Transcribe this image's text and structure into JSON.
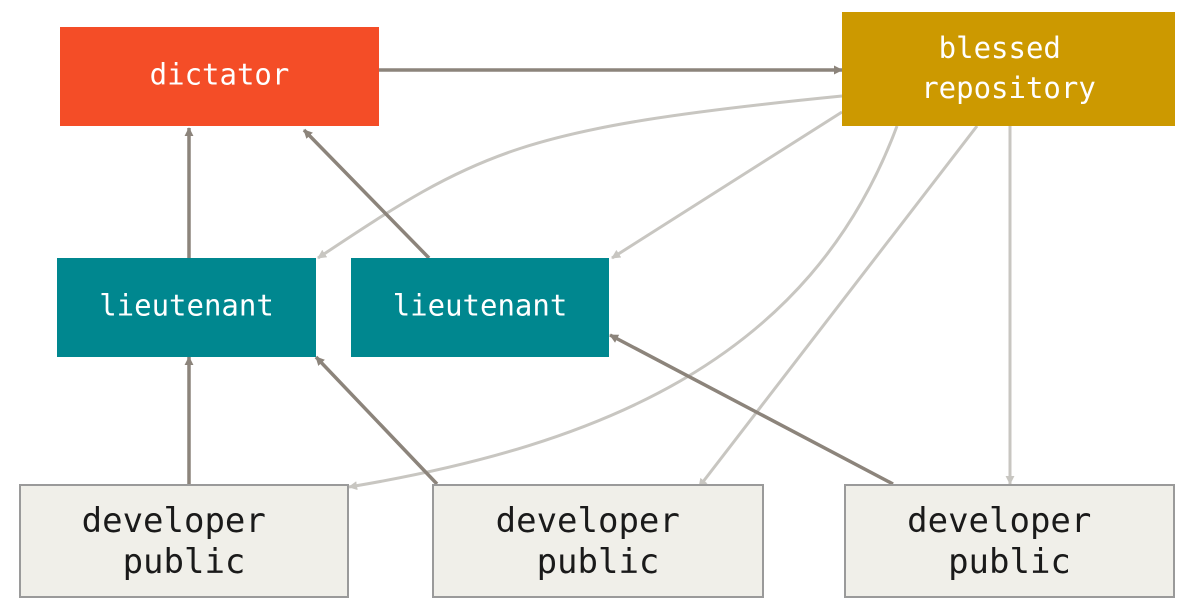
{
  "nodes": {
    "dictator": {
      "label": "dictator"
    },
    "blessed": {
      "lines": [
        "blessed",
        "repository"
      ]
    },
    "lieutenant_1": {
      "label": "lieutenant"
    },
    "lieutenant_2": {
      "label": "lieutenant"
    },
    "developer_1": {
      "lines": [
        "developer",
        "public"
      ]
    },
    "developer_2": {
      "lines": [
        "developer",
        "public"
      ]
    },
    "developer_3": {
      "lines": [
        "developer",
        "public"
      ]
    }
  },
  "colors": {
    "dictator": "#f44d27",
    "blessed": "#cc9900",
    "lieutenant": "#00878f",
    "developer_fill": "#f0efe9",
    "developer_stroke": "#9a9a9a",
    "push_arrow": "#8c847b",
    "pull_arrow": "#c8c6c1"
  }
}
